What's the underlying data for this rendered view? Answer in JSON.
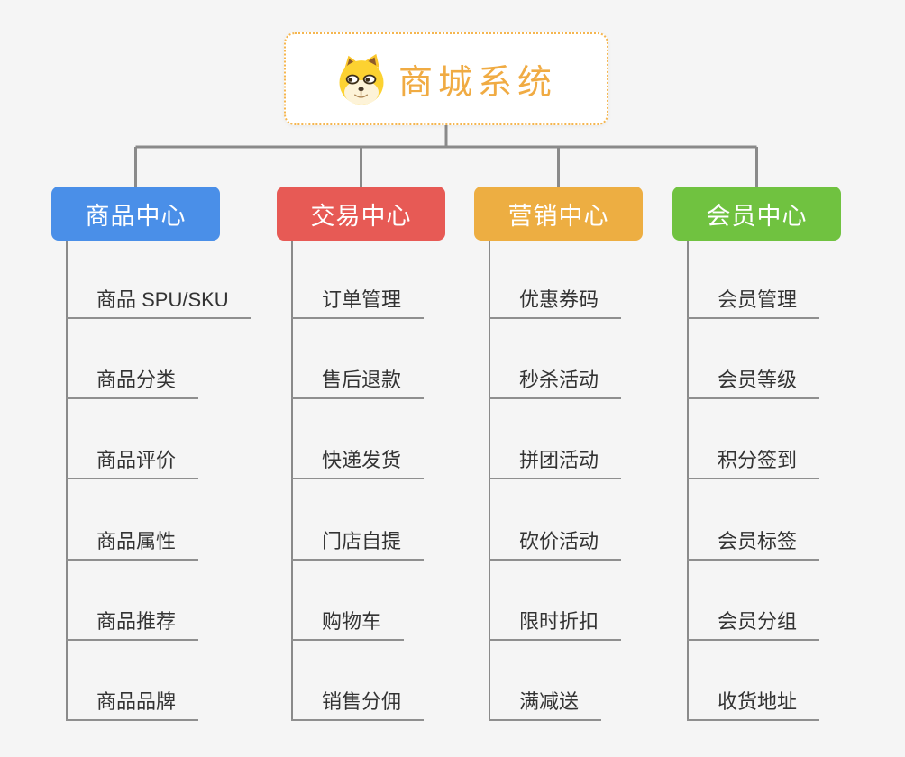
{
  "root": {
    "title": "商城系统",
    "icon": "dog-face-icon",
    "text_color": "#f0ab43",
    "border_color": "#f5b64f",
    "background": "#ffffff"
  },
  "branches": [
    {
      "label": "商品中心",
      "color": "#4a8fe8",
      "children": [
        "商品 SPU/SKU",
        "商品分类",
        "商品评价",
        "商品属性",
        "商品推荐",
        "商品品牌"
      ]
    },
    {
      "label": "交易中心",
      "color": "#e75a55",
      "children": [
        "订单管理",
        "售后退款",
        "快递发货",
        "门店自提",
        "购物车",
        "销售分佣"
      ]
    },
    {
      "label": "营销中心",
      "color": "#edae42",
      "children": [
        "优惠券码",
        "秒杀活动",
        "拼团活动",
        "砍价活动",
        "限时折扣",
        "满减送"
      ]
    },
    {
      "label": "会员中心",
      "color": "#70c240",
      "children": [
        "会员管理",
        "会员等级",
        "积分签到",
        "会员标签",
        "会员分组",
        "收货地址"
      ]
    }
  ],
  "colors": {
    "background": "#f5f5f5",
    "connector": "#8a8a8a",
    "underline": "#8f8f8f",
    "subtopic_text": "#333333",
    "branch_text": "#ffffff"
  }
}
